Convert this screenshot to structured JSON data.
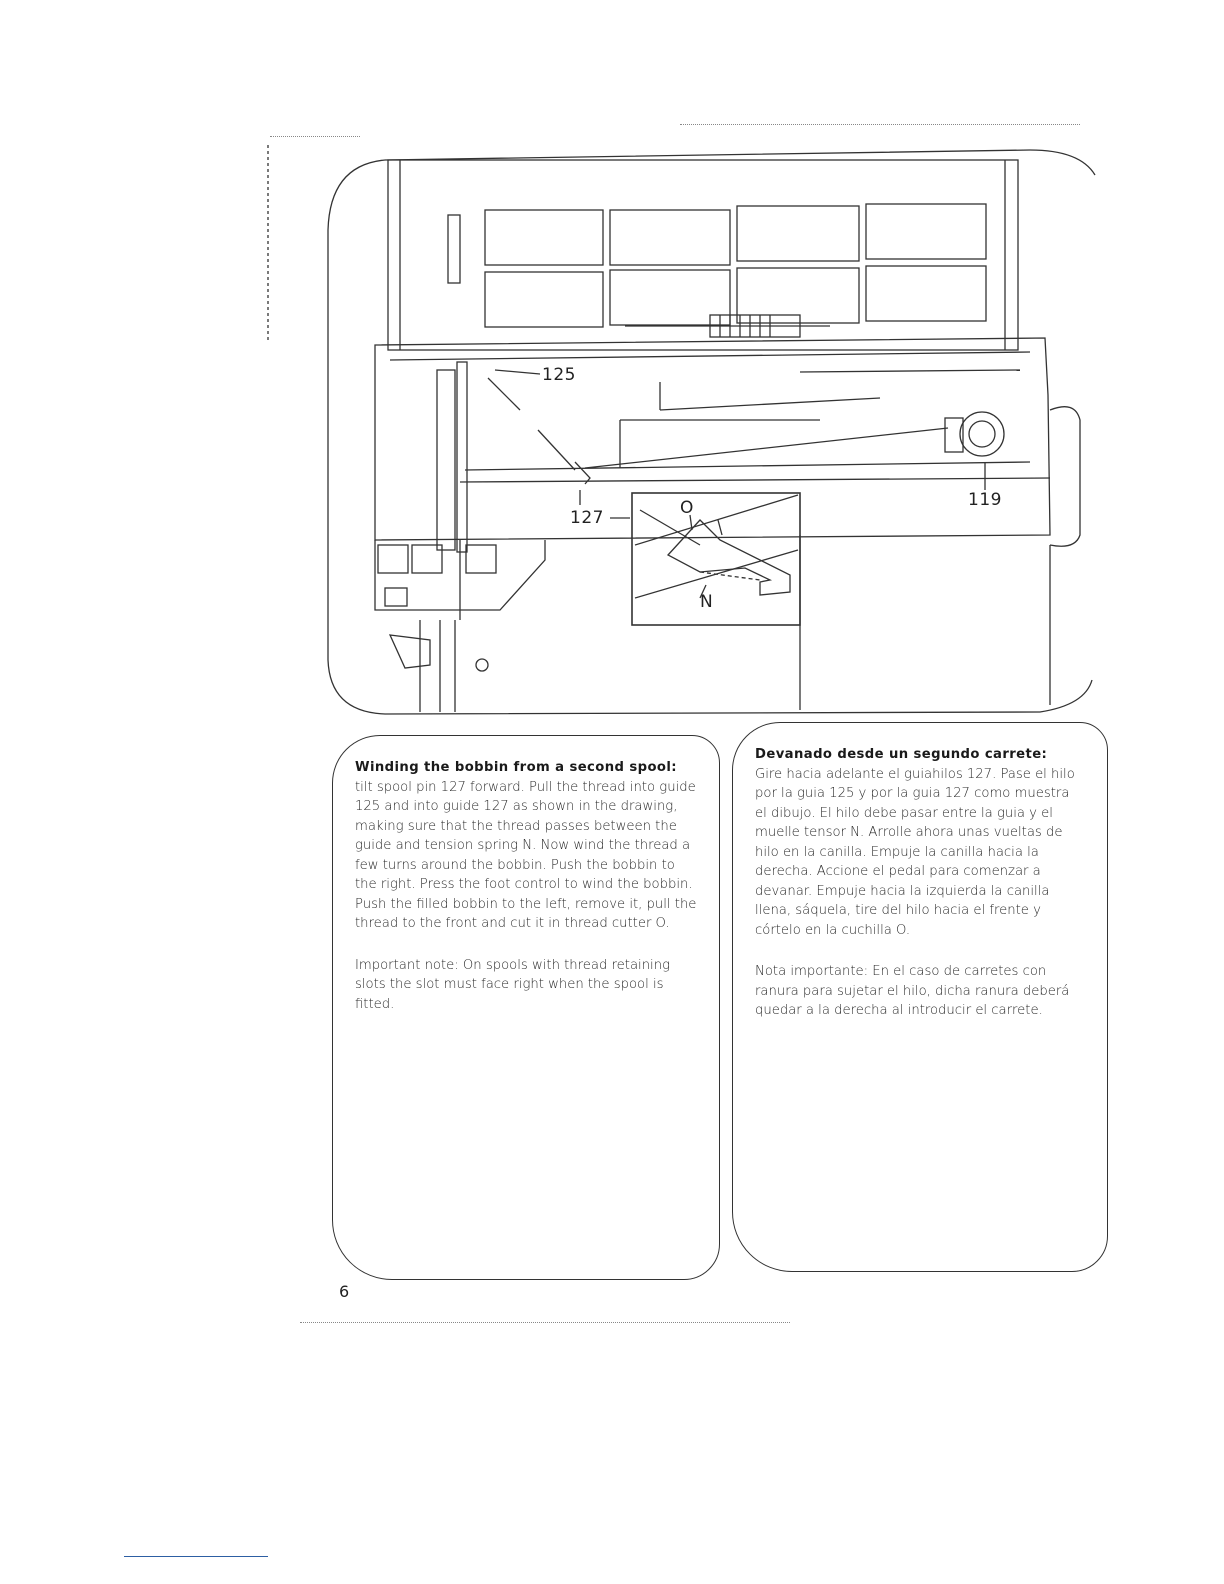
{
  "figure": {
    "callouts": {
      "guide_125": "125",
      "spool_pin_127": "127",
      "bobbin_winder_119": "119",
      "cutter_o": "O",
      "spring_n": "N"
    }
  },
  "english": {
    "heading": "Winding the bobbin from a second spool:",
    "body": "tilt spool pin 127 forward. Pull the thread into guide 125 and into guide 127 as shown in the drawing, making sure that the thread passes between the guide and tension spring N. Now wind the thread a few turns around the bobbin. Push the bobbin to the right. Press the foot control to wind the bobbin. Push the filled bobbin to the left, remove it, pull the thread to the front and cut it in thread cutter O.",
    "note": "Important note: On spools with thread retaining slots the slot must face right when the spool is fitted."
  },
  "spanish": {
    "heading": "Devanado desde un segundo carrete:",
    "body": "Gire hacia adelante el guiahilos 127. Pase el hilo por la guia 125 y por la guia 127 como muestra el dibujo. El hilo debe pasar entre la guia y el muelle tensor N. Arrolle ahora unas vueltas de hilo en la canilla. Empuje la canilla hacia la derecha. Accione el pedal para comenzar a devanar. Empuje hacia la izquierda la canilla llena, sáquela, tire del hilo hacia el frente y córtelo en la cuchilla O.",
    "note": "Nota importante: En el caso de carretes con ranura para sujetar el hilo, dicha ranura deberá quedar a la derecha al introducir el carrete."
  },
  "page": {
    "number": "6"
  }
}
